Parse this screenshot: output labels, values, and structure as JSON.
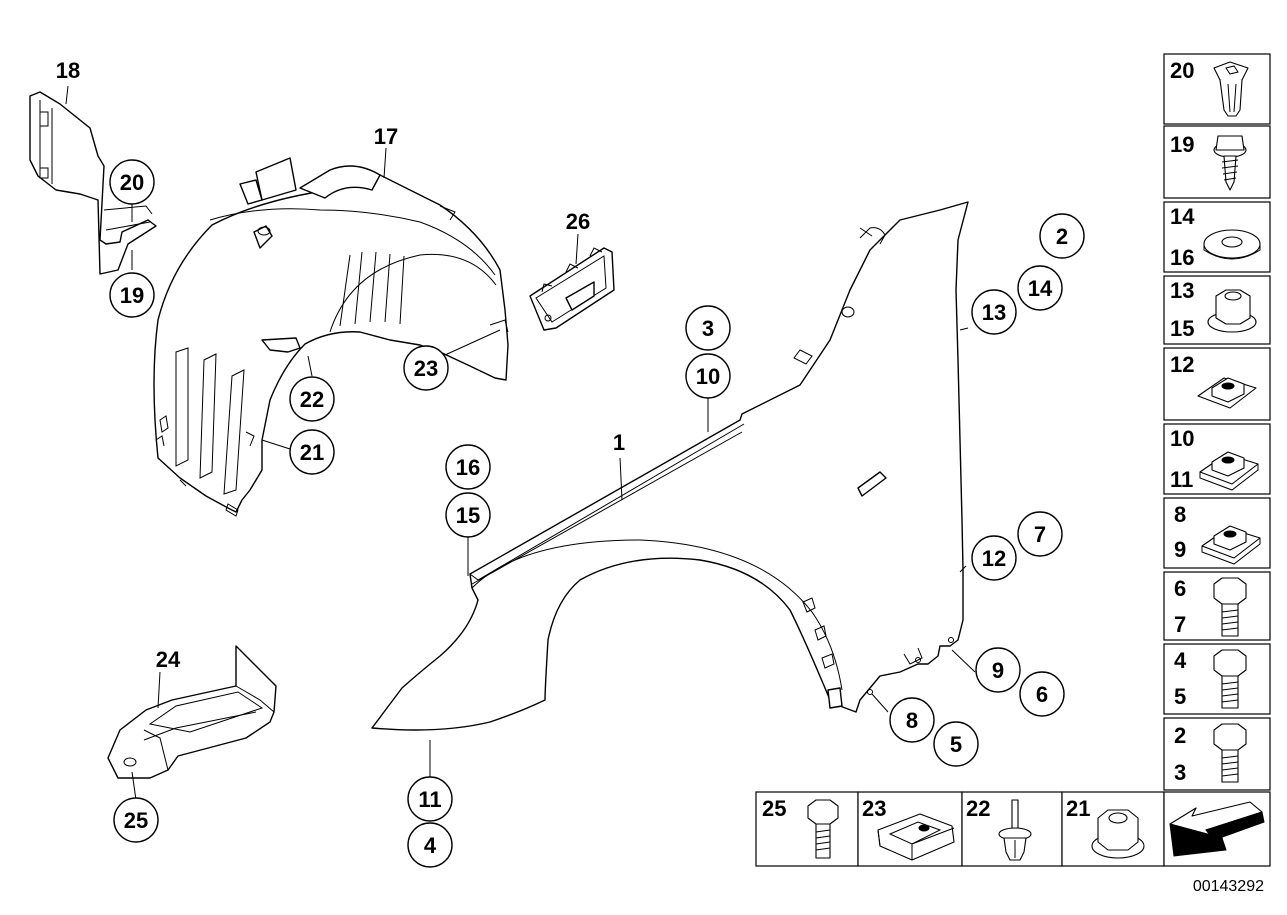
{
  "diagram_id": "00143292",
  "callouts": {
    "c1": "1",
    "c2": "2",
    "c3": "3",
    "c10": "10",
    "c13": "13",
    "c14": "14",
    "c16": "16",
    "c15": "15",
    "c7": "7",
    "c12": "12",
    "c9": "9",
    "c6": "6",
    "c8": "8",
    "c5": "5",
    "c11": "11",
    "c4": "4",
    "c17": "17",
    "c18": "18",
    "c20": "20",
    "c19": "19",
    "c22": "22",
    "c21": "21",
    "c23": "23",
    "c24": "24",
    "c25": "25",
    "c26": "26"
  },
  "legend_right": [
    {
      "top": "20",
      "bottom": ""
    },
    {
      "top": "19",
      "bottom": ""
    },
    {
      "top": "14",
      "bottom": "16"
    },
    {
      "top": "13",
      "bottom": "15"
    },
    {
      "top": "12",
      "bottom": ""
    },
    {
      "top": "10",
      "bottom": "11"
    },
    {
      "top": "8",
      "bottom": "9"
    },
    {
      "top": "6",
      "bottom": "7"
    },
    {
      "top": "4",
      "bottom": "5"
    },
    {
      "top": "2",
      "bottom": "3"
    }
  ],
  "legend_bottom": [
    "25",
    "23",
    "22",
    "21"
  ],
  "icons": {
    "arrow": "direction-arrow-icon"
  }
}
